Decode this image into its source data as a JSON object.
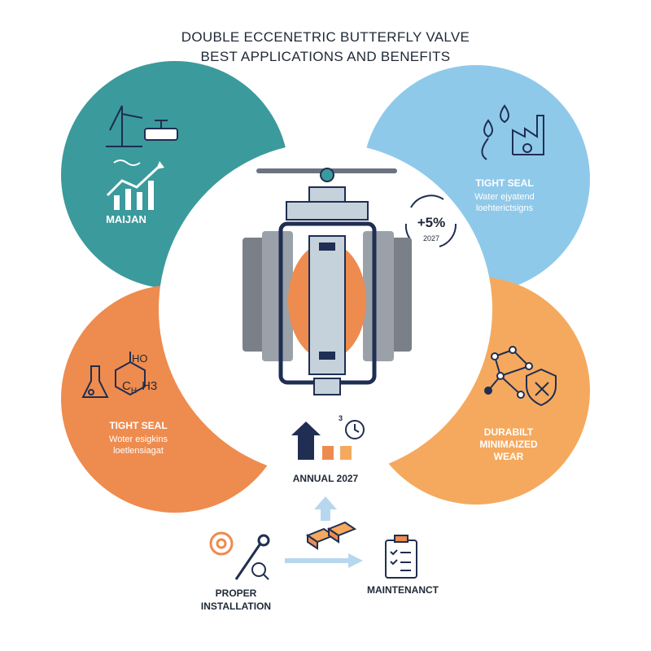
{
  "title": {
    "line1": "DOUBLE ECCENETRIC BUTTERFLY VALVE",
    "line2": "BEST APPLICATIONS AND BENEFITS"
  },
  "colors": {
    "teal": "#3b9a9c",
    "light_blue": "#8fc9ea",
    "orange": "#ee8b4e",
    "light_orange": "#f5a95e",
    "navy": "#1f2e52",
    "grey": "#7b8088"
  },
  "top_left": {
    "label": "MAIJAN",
    "icons": [
      "oil-pump-icon",
      "pipe-valve-icon",
      "growth-chart-icon"
    ]
  },
  "top_right": {
    "heading": "TIGHT SEAL",
    "line1": "Water ejyatend",
    "line2": "loehterictsigns",
    "icons": [
      "water-drops-icon",
      "factory-icon"
    ]
  },
  "bottom_left": {
    "heading": "TIGHT SEAL",
    "line1": "Woter esigkins",
    "line2": "loetlensiagat",
    "icons": [
      "flask-icon",
      "chemical-formula-icon"
    ],
    "formula": "C",
    "formula_sub": "H",
    "formula_end": "H",
    "formula_subscript": "3",
    "formula_oh": "HO"
  },
  "bottom_right": {
    "line1": "DURABILT",
    "line2": "MINIMAIZED",
    "line3": "WEAR",
    "icons": [
      "molecule-network-icon",
      "shield-x-icon"
    ]
  },
  "growth_badge": {
    "value": "+5%",
    "year": "2027"
  },
  "annual": {
    "label": "ANNUAL 2027",
    "superscript": "3"
  },
  "bottom_steps": {
    "installation_line1": "PROPER",
    "installation_line2": "INSTALLATION",
    "maintenance": "MAINTENANCT"
  }
}
